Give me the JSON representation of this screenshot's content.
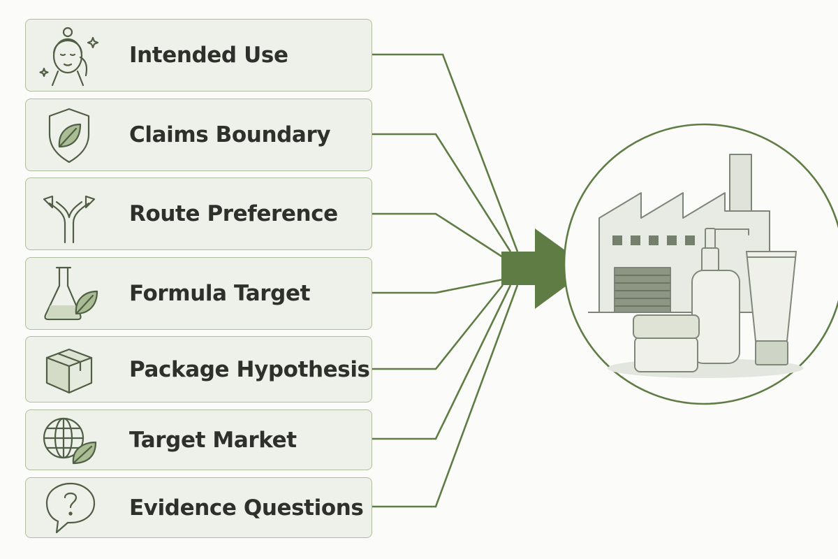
{
  "colors": {
    "accent": "#5e7c44",
    "card_fill": "#eef1ea",
    "card_border": "#aebd9d",
    "icon_stroke": "#4f5e44",
    "text": "#2e302c"
  },
  "inputs": [
    {
      "label": "Intended Use",
      "icon": "face-care-icon"
    },
    {
      "label": "Claims Boundary",
      "icon": "shield-leaf-icon"
    },
    {
      "label": "Route Preference",
      "icon": "split-arrows-icon"
    },
    {
      "label": "Formula Target",
      "icon": "flask-leaf-icon"
    },
    {
      "label": "Package Hypothesis",
      "icon": "box-icon"
    },
    {
      "label": "Target Market",
      "icon": "globe-leaf-icon"
    },
    {
      "label": "Evidence Questions",
      "icon": "question-bubble-icon"
    }
  ],
  "output": {
    "icon": "factory-cosmetics-icon"
  }
}
